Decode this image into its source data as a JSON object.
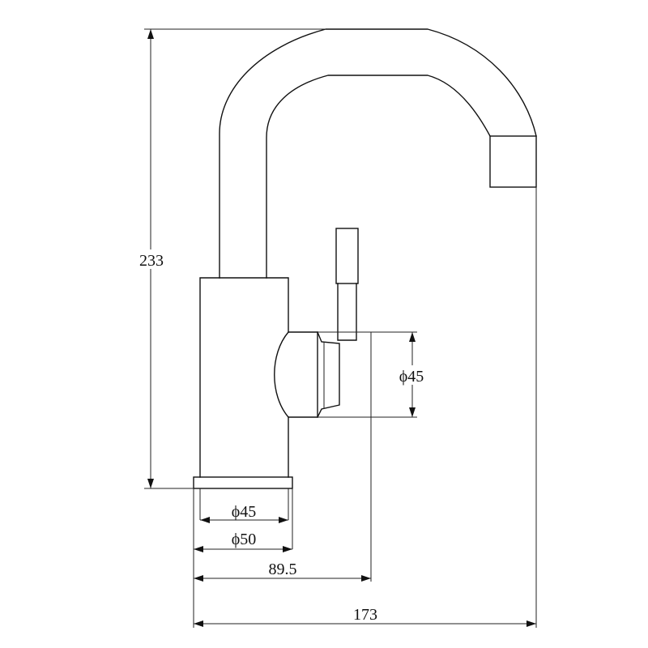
{
  "dimensions": {
    "height": "233",
    "handle_diameter": "ϕ45",
    "base_inner_diameter": "ϕ45",
    "base_outer_diameter": "ϕ50",
    "handle_reach": "89.5",
    "spout_reach": "173"
  },
  "colors": {
    "line": "#111111",
    "background": "#ffffff"
  }
}
